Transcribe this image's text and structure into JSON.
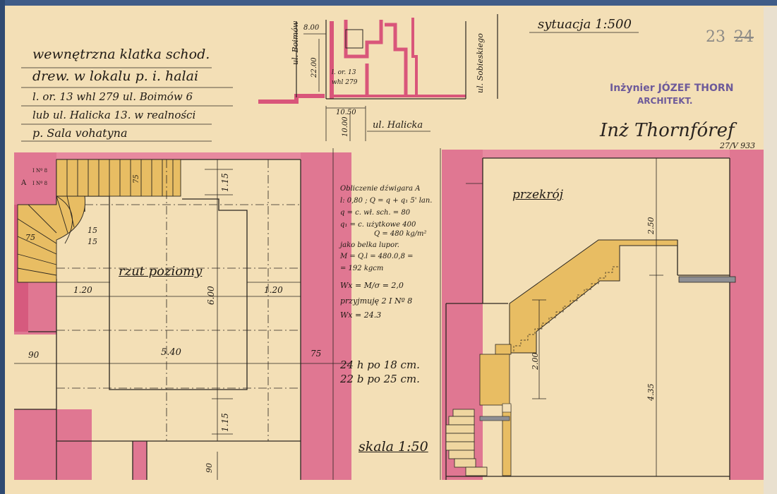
{
  "title_block": {
    "line1": "wewnętrzna klatka schod.",
    "line2": "drew. w lokalu p. i. halai",
    "line3": "l. or. 13 whl 279   ul. Boimów 6",
    "line4": "lub ul. Halicka 13. w realności",
    "line5": "p. Sala vohatyna"
  },
  "scale_top": "sytuacja 1:500",
  "sheet_number": "23",
  "sheet_number_crossed": "24",
  "stamp": {
    "line1": "Inżynier JÓZEF THORN",
    "line2": "ARCHITEKT."
  },
  "signature": "Inż Thornfóref",
  "signature_date": "27/V 933",
  "site_plan": {
    "street_left": "ul. Boimów",
    "street_right": "ul. Sobieskiego",
    "street_bottom": "ul. Halicka",
    "dim_top": "8.00",
    "dim_left": "22.00",
    "dim_bottom": "10.50",
    "dim_down": "10.00",
    "lot_label": "l. or. 13",
    "lot_label2": "whl 279"
  },
  "plan": {
    "title": "rzut poziomy",
    "dim_1_15_top": "1.15",
    "dim_6_00": "6.00",
    "dim_1_20_left": "1.20",
    "dim_1_20_right": "1.20",
    "dim_5_40": "5.40",
    "dim_90_left": "90",
    "dim_75_right": "75",
    "dim_1_15_bottom": "1.15",
    "dim_90_bottom": "90",
    "dim_75_stair": "75",
    "dim_75_upper": "75",
    "stair_15a": "15",
    "stair_15b": "15",
    "beam_a": "A",
    "beam_1a": "I Nº 8",
    "beam_1b": "I Nº 8"
  },
  "calc": {
    "l1": "Obliczenie dźwigara A",
    "l2": "l: 0,80 ; Q = q + q₁  5' lan.",
    "l3": "q = c. wł. sch. = 80",
    "l4": "q₁ = c. użytkowe 400",
    "l5": "Q = 480 kg/m²",
    "l6": "jako belka lupor.",
    "l7": "M = Q.l = 480.0,8 =",
    "l8": "= 192 kgcm",
    "l9": "Wx = M/σ = 2,0",
    "l10": "przyjmuję 2 I Nº 8",
    "l11": "Wx = 24.3",
    "steps1": "24 h po 18 cm.",
    "steps2": "22 b po 25 cm.",
    "scale_bottom": "skala 1:50"
  },
  "section": {
    "title": "przekrój",
    "dim_2_50": "2.50",
    "dim_2_00": "2.00",
    "dim_4_35": "4.35"
  }
}
